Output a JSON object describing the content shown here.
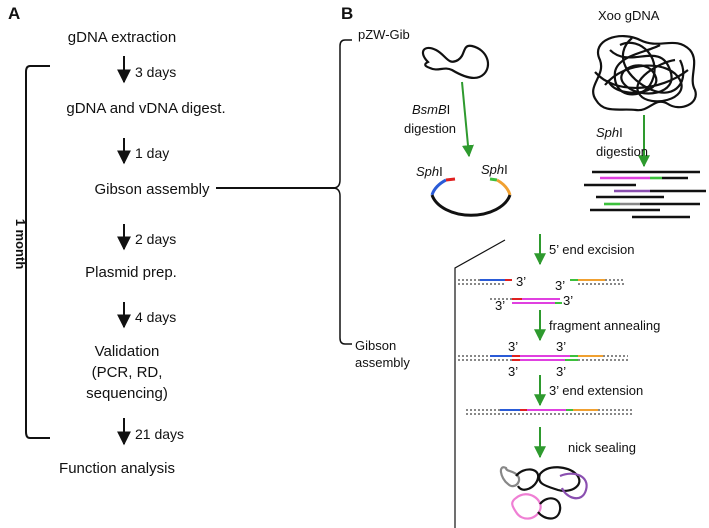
{
  "panel_a": {
    "label": "A",
    "side_label": "1 month",
    "steps": [
      "gDNA extraction",
      "gDNA and vDNA digest.",
      "Gibson assembly",
      "Plasmid prep.",
      "Validation",
      "(PCR, RD,",
      "sequencing)",
      "Function analysis"
    ],
    "durations": [
      "3 days",
      "1 day",
      "2 days",
      "4 days",
      "21 days"
    ]
  },
  "panel_b": {
    "label": "B",
    "plasmid_label": "pZW-Gib",
    "genome_label": "Xoo gDNA",
    "enzyme1_italic": "BsmB",
    "enzyme1_roman": "I",
    "digestion_word": "digestion",
    "enzyme2_italic": "Sph",
    "enzyme2_roman": "I",
    "site_italic": "Sph",
    "site_roman": "I",
    "gibson_label_1": "Gibson",
    "gibson_label_2": "assembly",
    "steps": [
      "5’ end excision",
      "fragment annealing",
      "3’ end extension",
      "nick sealing"
    ],
    "end3": "3’"
  },
  "colors": {
    "arrow_green": "#2e9a2e",
    "blue": "#2a5bd7",
    "orange": "#f0a030",
    "red": "#e02020",
    "green": "#3cc03c",
    "magenta": "#e040e0",
    "purple": "#8a4fb0",
    "pink": "#ef7fd4"
  }
}
